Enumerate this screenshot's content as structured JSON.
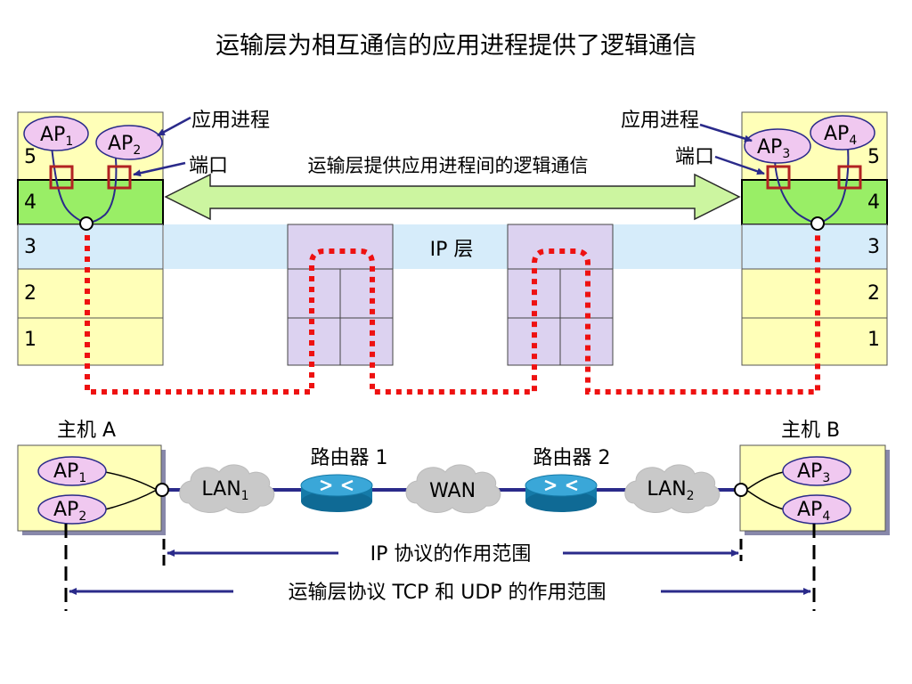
{
  "title": "运输层为相互通信的应用进程提供了逻辑通信",
  "labels": {
    "app_process_left": "应用进程",
    "app_process_right": "应用进程",
    "port_left": "端口",
    "port_right": "端口",
    "logical_comm": "运输层提供应用进程间的逻辑通信",
    "ip_layer": "IP 层",
    "host_a": "主机 A",
    "host_b": "主机 B",
    "router1": "路由器 1",
    "router2": "路由器 2",
    "lan": "LAN",
    "wan": "WAN",
    "ip_scope": "IP 协议的作用范围",
    "transport_scope": "运输层协议 TCP 和 UDP 的作用范围"
  },
  "layers": [
    "5",
    "4",
    "3",
    "2",
    "1"
  ],
  "ap": {
    "prefix": "AP",
    "subs": [
      "1",
      "2",
      "3",
      "4"
    ]
  },
  "lan_subs": [
    "1",
    "2"
  ],
  "colors": {
    "stack_yellow": "#ffffb8",
    "transport_green": "#99ee66",
    "ip_band": "#d6ecfa",
    "router_box": "#dcd2f0",
    "port_red": "#b22222",
    "path_red": "#ee1111",
    "wire_blue": "#2a2a8a",
    "cloud_gray": "#c9c9c9",
    "router_blue": "#1e8fc4"
  }
}
